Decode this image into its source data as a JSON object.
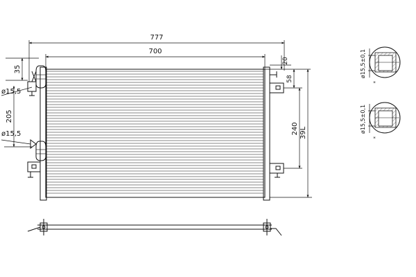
{
  "dimensions": {
    "overall_width": "777",
    "core_width": "700",
    "top_offset_left": "35",
    "port_diameter_upper": "ø15,5",
    "port_spacing": "205",
    "port_diameter_lower": "ø15,5",
    "top_offset_right": "20",
    "bracket_offset": "58",
    "bracket_spacing": "240",
    "overall_height": "39L"
  },
  "details": {
    "upper_label": "ø15,5±0,1",
    "lower_label": "ø15,5±0,1",
    "upper_marker": "*",
    "lower_marker": "*"
  },
  "colors": {
    "line": "#111111",
    "background": "#ffffff"
  },
  "icons": {
    "upper_port": "pipe-connector-icon",
    "lower_port": "pipe-connector-icon"
  }
}
